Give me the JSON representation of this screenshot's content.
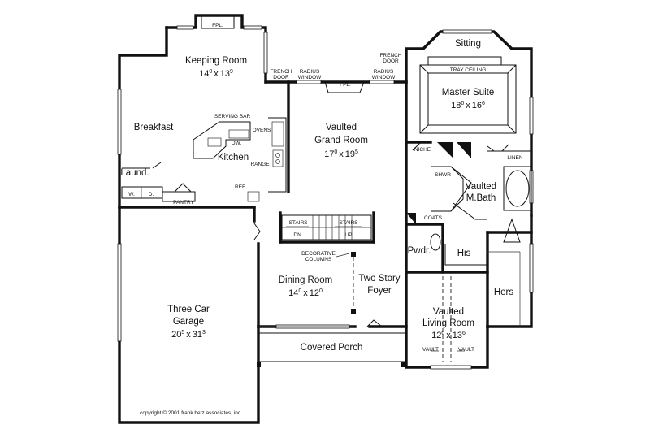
{
  "rooms": {
    "keeping_room": {
      "name": "Keeping Room",
      "w_ft": "14",
      "w_in": "0",
      "h_ft": "13",
      "h_in": "9"
    },
    "breakfast": {
      "name": "Breakfast"
    },
    "kitchen": {
      "name": "Kitchen"
    },
    "vaulted_grand_room": {
      "line1": "Vaulted",
      "line2": "Grand Room",
      "w_ft": "17",
      "w_in": "0",
      "h_ft": "19",
      "h_in": "5"
    },
    "master_suite": {
      "name": "Master Suite",
      "w_ft": "18",
      "w_in": "0",
      "h_ft": "16",
      "h_in": "6"
    },
    "sitting": {
      "name": "Sitting"
    },
    "vaulted_mbath": {
      "line1": "Vaulted",
      "line2": "M.Bath"
    },
    "laundry": {
      "name": "Laund."
    },
    "three_car_garage": {
      "line1": "Three Car",
      "line2": "Garage",
      "w_ft": "20",
      "w_in": "5",
      "h_ft": "31",
      "h_in": "3"
    },
    "dining_room": {
      "name": "Dining Room",
      "w_ft": "14",
      "w_in": "0",
      "h_ft": "12",
      "h_in": "0"
    },
    "two_story_foyer": {
      "line1": "Two Story",
      "line2": "Foyer"
    },
    "powder": {
      "name": "Pwdr."
    },
    "his": {
      "name": "His"
    },
    "hers": {
      "name": "Hers"
    },
    "vaulted_living_room": {
      "line1": "Vaulted",
      "line2": "Living Room",
      "w_ft": "12",
      "w_in": "0",
      "h_ft": "13",
      "h_in": "6"
    },
    "covered_porch": {
      "name": "Covered Porch"
    }
  },
  "notes": {
    "fpl": "FPL.",
    "french": "FRENCH",
    "door": "DOOR",
    "radius": "RADIUS",
    "window": "WINDOW",
    "serving_bar": "SERVING BAR",
    "ovens": "OVENS",
    "dw": "DW.",
    "range": "RANGE",
    "tray_ceiling": "TRAY CEILING",
    "niche": "NICHE",
    "linen": "LINEN",
    "shwr": "SHWR",
    "coats": "COATS",
    "stairs": "STAIRS",
    "dn": "DN.",
    "up": "UP",
    "decorative": "DECORATIVE",
    "columns": "COLUMNS",
    "pantry": "PANTRY",
    "ref": "REF.",
    "washer": "W.",
    "dryer": "D.",
    "vault": "VAULT",
    "dim_sep": "x"
  },
  "copyright": "copyright © 2001 frank betz associates, inc."
}
